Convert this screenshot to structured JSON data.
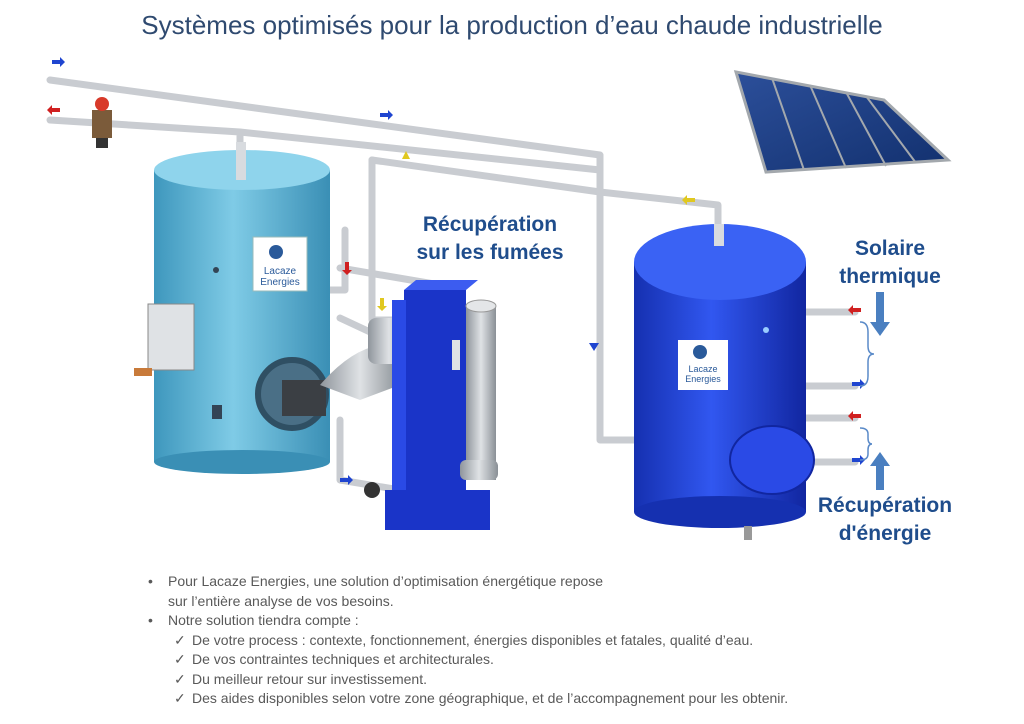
{
  "title": "Systèmes optimisés pour la production d’eau chaude industrielle",
  "labels": {
    "fumees_line1": "Récupération",
    "fumees_line2": "sur les fumées",
    "solaire_line1": "Solaire",
    "solaire_line2": "thermique",
    "recup_line1": "Récupération",
    "recup_line2": "d'énergie"
  },
  "logo": {
    "line1": "Lacaze",
    "line2": "Energies"
  },
  "colors": {
    "tank_left": "#5fb7d6",
    "tank_right": "#1f3fd6",
    "exchanger": "#1a34c8",
    "title": "#2f4a70",
    "label": "#1f4d8c",
    "panel": "#1c3f8c"
  },
  "bullets": {
    "b1_line1": "Pour Lacaze Energies, une solution d’optimisation énergétique repose",
    "b1_line2": "sur l’entière analyse de vos besoins.",
    "b2": "Notre  solution tiendra compte :",
    "checks": [
      "De votre process : contexte, fonctionnement, énergies disponibles et fatales, qualité d’eau.",
      "De vos contraintes techniques et architecturales.",
      "Du meilleur retour sur investissement.",
      "Des aides disponibles selon votre zone géographique, et de l’accompagnement pour les obtenir."
    ]
  }
}
